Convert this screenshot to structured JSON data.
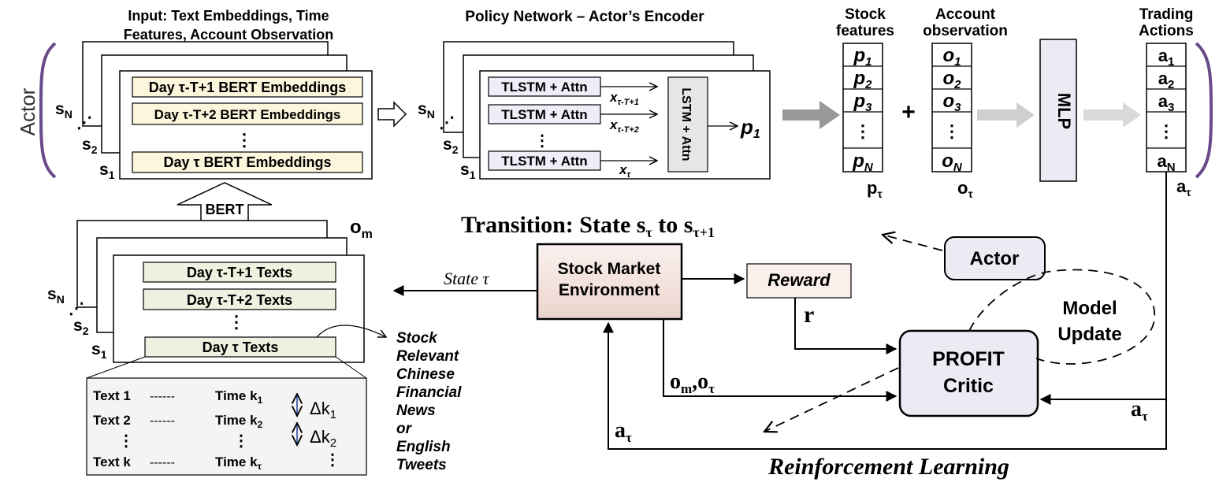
{
  "actor_side_label": "Actor",
  "input": {
    "title_line1": "Input: Text Embeddings, Time",
    "title_line2": "Features, Account Observation",
    "emb_row1": "Day τ-T+1 BERT Embeddings",
    "emb_row2": "Day τ-T+2 BERT Embeddings",
    "emb_dots": "⋮",
    "emb_row3": "Day τ BERT Embeddings",
    "s_n": "s",
    "s_n_sub": "N",
    "s_2": "s",
    "s_2_sub": "2",
    "s_1": "s",
    "s_1_sub": "1"
  },
  "bert_label": "BERT",
  "policy": {
    "title": "Policy Network – Actor’s Encoder",
    "tlstm": "TLSTM + Attn",
    "x1": "x",
    "x1_sub": "τ-T+1",
    "x2": "x",
    "x2_sub": "τ-T+2",
    "x3": "x",
    "x3_sub": "τ",
    "dots": "⋮",
    "lstm_attn": "LSTM + Attn",
    "p_out": "p",
    "p_out_sub": "1"
  },
  "stock_features": {
    "title_line1": "Stock",
    "title_line2": "features",
    "cells": [
      {
        "v": "p",
        "s": "1"
      },
      {
        "v": "p",
        "s": "2"
      },
      {
        "v": "p",
        "s": "3"
      },
      {
        "v": "⋮",
        "s": ""
      },
      {
        "v": "p",
        "s": "N"
      }
    ],
    "bottom": "p",
    "bottom_sub": "τ"
  },
  "plus": "+",
  "account_obs": {
    "title_line1": "Account",
    "title_line2": "observation",
    "cells": [
      {
        "v": "o",
        "s": "1"
      },
      {
        "v": "o",
        "s": "2"
      },
      {
        "v": "o",
        "s": "3"
      },
      {
        "v": "⋮",
        "s": ""
      },
      {
        "v": "o",
        "s": "N"
      }
    ],
    "bottom": "o",
    "bottom_sub": "τ"
  },
  "mlp": "MLP",
  "trading": {
    "title_line1": "Trading",
    "title_line2": "Actions",
    "cells": [
      {
        "v": "a",
        "s": "1"
      },
      {
        "v": "a",
        "s": "2"
      },
      {
        "v": "a",
        "s": "3"
      },
      {
        "v": "⋮",
        "s": ""
      },
      {
        "v": "a",
        "s": "N"
      }
    ],
    "bottom": "a",
    "bottom_sub": "τ"
  },
  "texts": {
    "om": "o",
    "om_sub": "m",
    "row1": "Day τ-T+1 Texts",
    "row2": "Day τ-T+2 Texts",
    "dots": "⋮",
    "row3": "Day τ Texts",
    "s_n": "s",
    "s_n_sub": "N",
    "s_2": "s",
    "s_2_sub": "2",
    "s_1": "s",
    "s_1_sub": "1"
  },
  "detail": {
    "text1": "Text 1",
    "text2": "Text 2",
    "textk": "Text k",
    "dash": "------",
    "time": "Time k",
    "time1_sub": "1",
    "time2_sub": "2",
    "timek_sub": "τ",
    "dk": "Δk",
    "dk1_sub": "1",
    "dk2_sub": "2",
    "dots": "⋮"
  },
  "news_note": [
    "Stock",
    "Relevant",
    "Chinese",
    "Financial",
    "News",
    "or",
    "English",
    "Tweets"
  ],
  "transition": {
    "prefix": "Transition: State s",
    "sub1": "τ",
    "mid": " to s",
    "sub2": "τ+1"
  },
  "env_line1": "Stock Market",
  "env_line2": "Environment",
  "state_label": "State τ",
  "reward": "Reward",
  "r_label": "r",
  "actor_box": "Actor",
  "model_update_line1": "Model",
  "model_update_line2": "Update",
  "critic_line1": "PROFIT",
  "critic_line2": "Critic",
  "om_ot": {
    "o1": "o",
    "sub1": "m",
    "comma": ",o",
    "sub2": "τ"
  },
  "a_tau_right": {
    "v": "a",
    "s": "τ"
  },
  "a_tau_bottom": {
    "v": "a",
    "s": "τ"
  },
  "a_tau_top": {
    "v": "a",
    "s": "τ"
  },
  "rl_label": "Reinforcement Learning",
  "colors": {
    "embed_fill": "#fcf6dc",
    "text_fill": "#ecf2df",
    "tlstm_fill": "#efedf8",
    "env_fill_top": "#faf2ef",
    "env_fill_bottom": "#f0d9d4",
    "reward_fill": "#fbefec",
    "actor_fill": "#ecebf4",
    "critic_fill": "#ecebf4",
    "mlp_fill": "#ecebf4",
    "bracket": "#6a4a8a",
    "delta_arrow": "#1a3aa0"
  }
}
